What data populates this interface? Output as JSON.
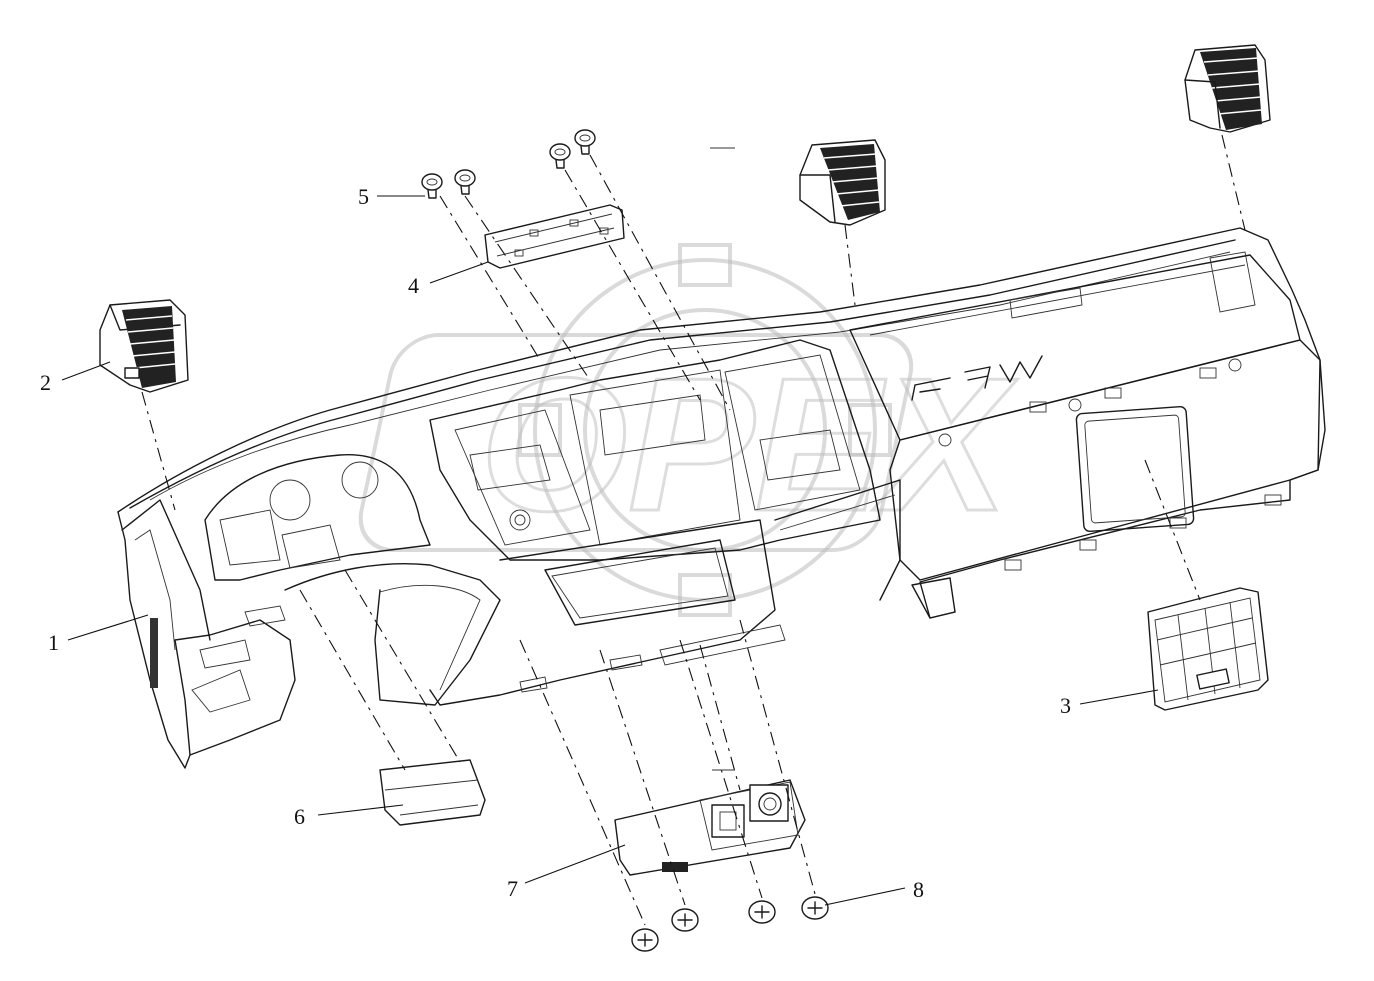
{
  "diagram": {
    "callouts": [
      {
        "id": "1",
        "text": "1"
      },
      {
        "id": "2",
        "text": "2"
      },
      {
        "id": "3",
        "text": "3"
      },
      {
        "id": "4",
        "text": "4"
      },
      {
        "id": "5",
        "text": "5"
      },
      {
        "id": "6",
        "text": "6"
      },
      {
        "id": "7",
        "text": "7"
      },
      {
        "id": "8",
        "text": "8"
      }
    ],
    "watermark": "OPEX",
    "dashboard_emblem": "FAW"
  }
}
